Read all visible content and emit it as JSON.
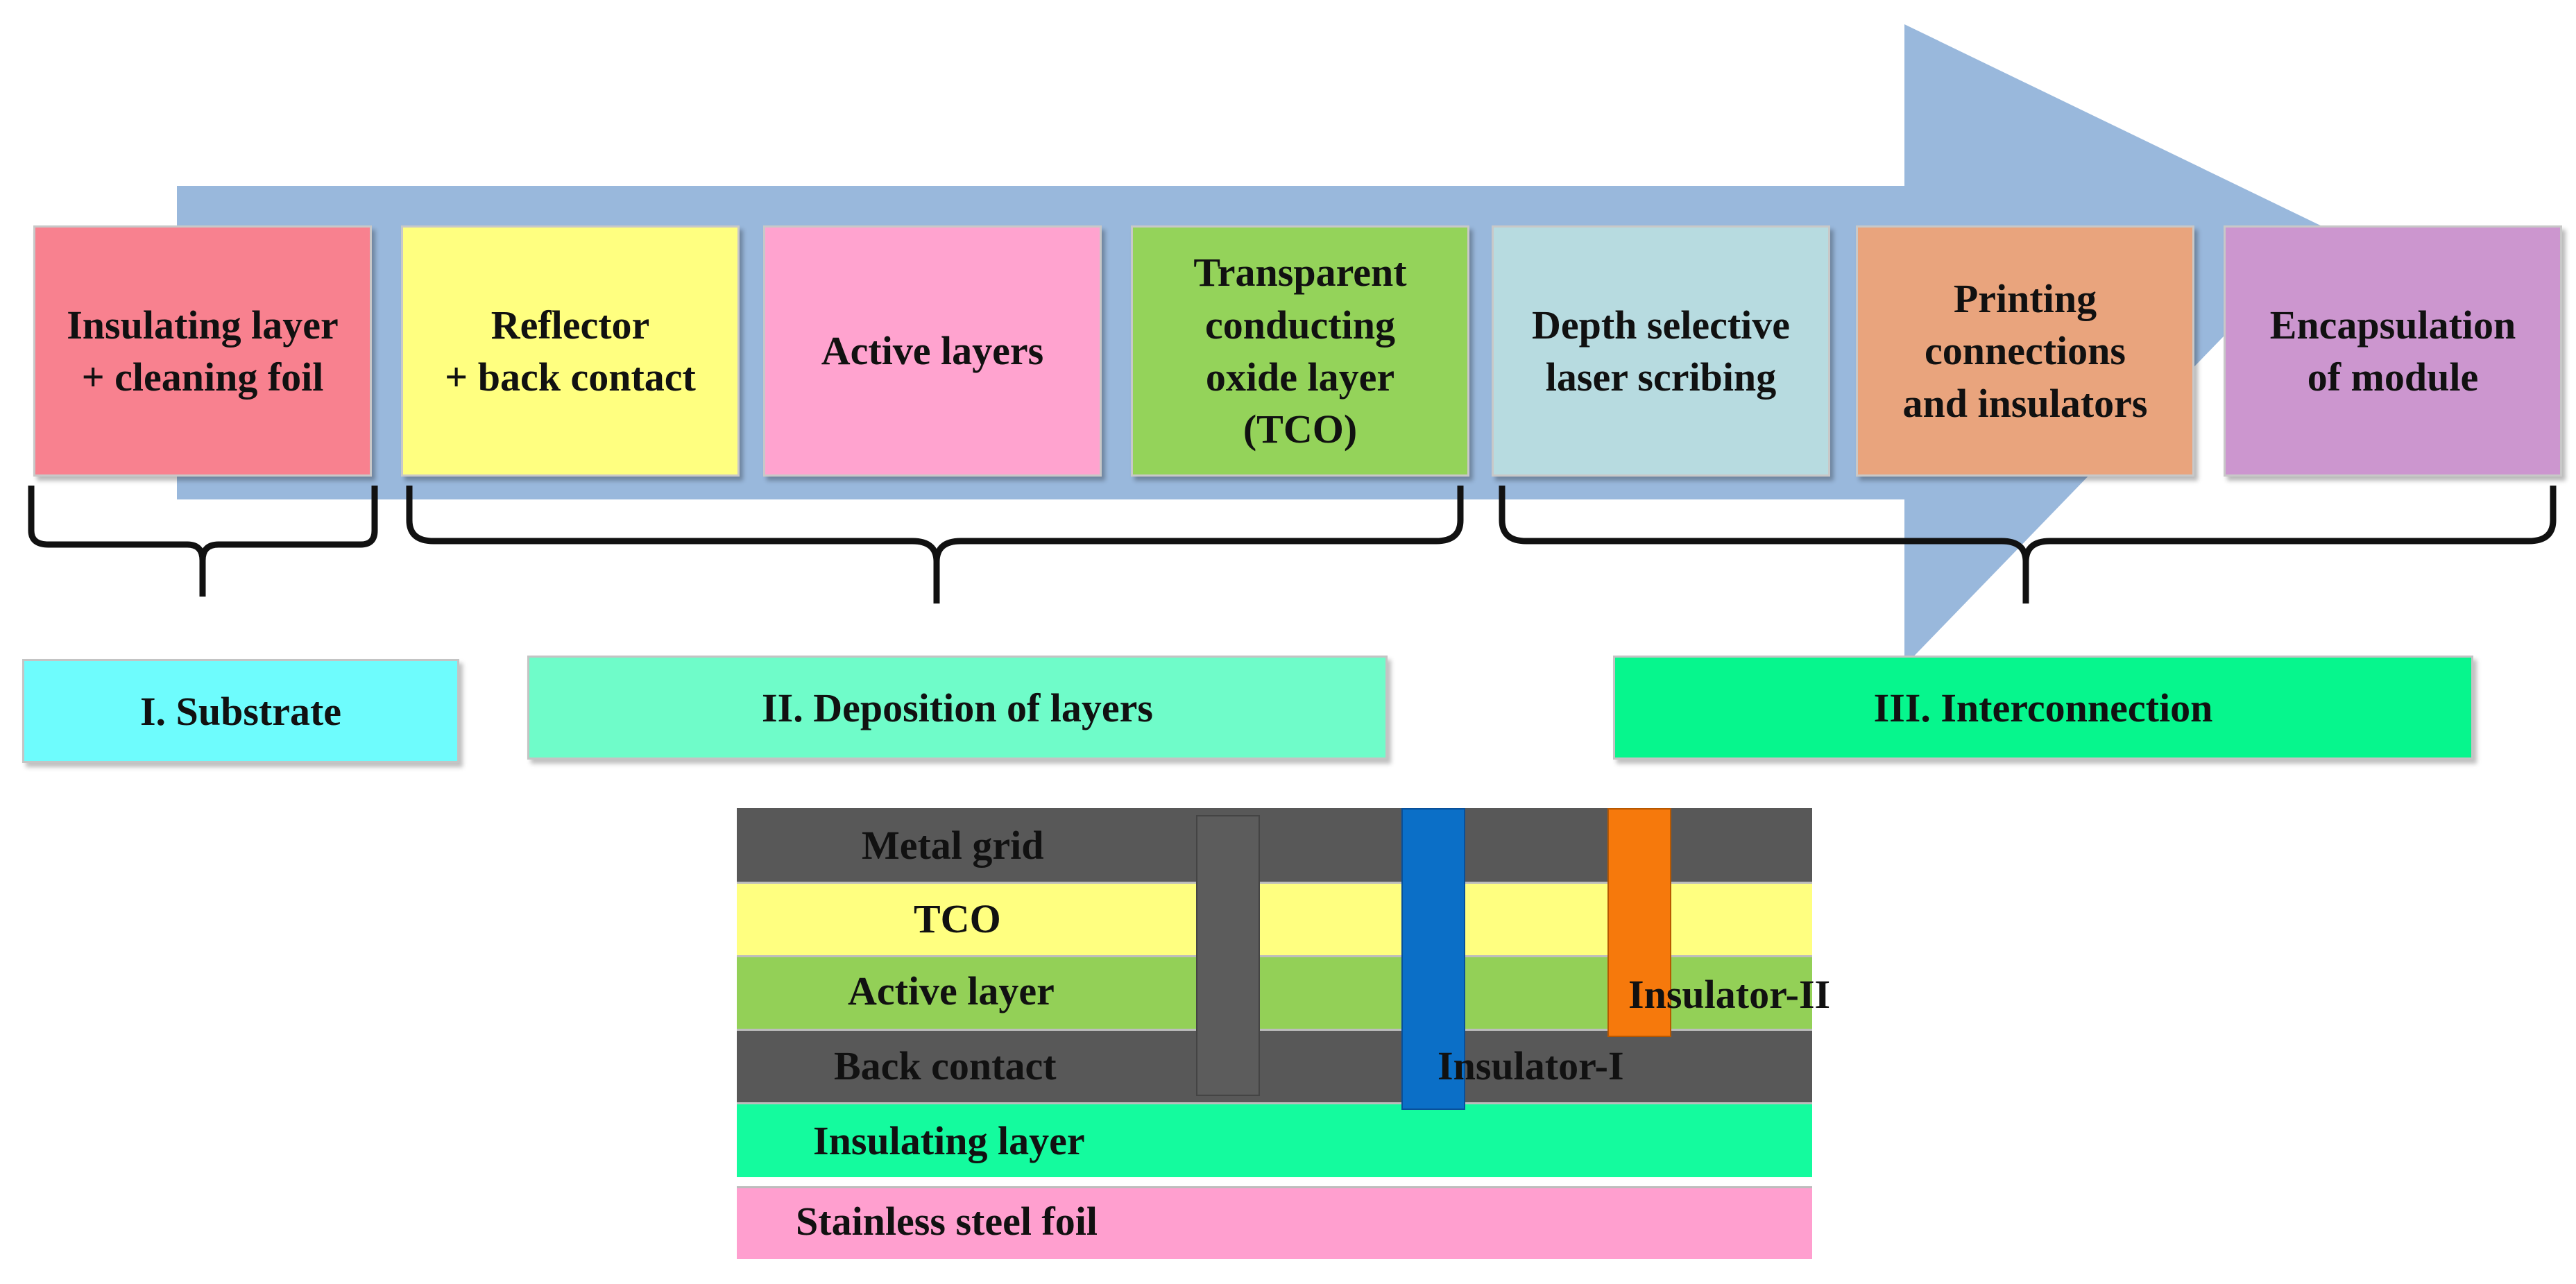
{
  "steps": [
    {
      "label": "Insulating layer\n+ cleaning foil",
      "color": "#f8818f"
    },
    {
      "label": "Reflector\n+ back contact",
      "color": "#ffff80"
    },
    {
      "label": "Active layers",
      "color": "#ffa3cf"
    },
    {
      "label": "Transparent\nconducting\noxide layer\n(TCO)",
      "color": "#94d35a"
    },
    {
      "label": "Depth selective\nlaser scribing",
      "color": "#b7dbe0"
    },
    {
      "label": "Printing\nconnections\nand insulators",
      "color": "#e9a47d"
    },
    {
      "label": "Encapsulation\nof module",
      "color": "#cc96cf"
    }
  ],
  "phases": [
    {
      "label": "I. Substrate",
      "color": "#6efcfd"
    },
    {
      "label": "II. Deposition of layers",
      "color": "#6ffcc9"
    },
    {
      "label": "III. Interconnection",
      "color": "#06f68d"
    }
  ],
  "stack": {
    "metal_grid": "Metal grid",
    "tco": "TCO",
    "active_layer": "Active layer",
    "back_contact": "Back contact",
    "insulating_layer": "Insulating layer",
    "stainless_steel_foil": "Stainless steel foil",
    "insulator_1": "Insulator-I",
    "insulator_2": "Insulator-II"
  },
  "colors": {
    "arrow": "#93b4da",
    "metal": "#585858",
    "tco": "#ffff80",
    "active": "#93d057",
    "insulating": "#14fb9e",
    "stainless": "#ff9fcf",
    "insulator_1": "#0b6fc7",
    "insulator_2": "#f6790c"
  }
}
